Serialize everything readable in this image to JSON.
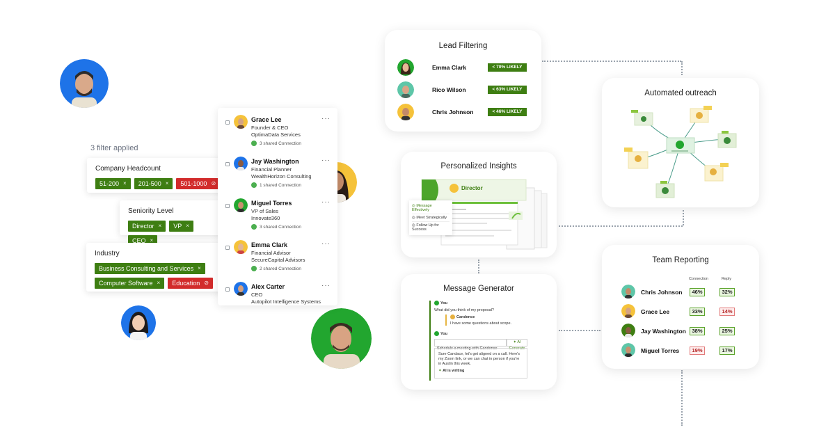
{
  "filters": {
    "applied_label": "3 filter applied",
    "groups": [
      {
        "title": "Company Headcount",
        "chips": [
          {
            "label": "51-200",
            "kind": "include"
          },
          {
            "label": "201-500",
            "kind": "include"
          },
          {
            "label": "501-1000",
            "kind": "exclude"
          }
        ]
      },
      {
        "title": "Seniority Level",
        "chips": [
          {
            "label": "Director",
            "kind": "include"
          },
          {
            "label": "VP",
            "kind": "include"
          },
          {
            "label": "CEO",
            "kind": "include"
          }
        ]
      },
      {
        "title": "Industry",
        "chips": [
          {
            "label": "Business Consulting and Services",
            "kind": "include"
          },
          {
            "label": "Computer Software",
            "kind": "include"
          },
          {
            "label": "Education",
            "kind": "exclude"
          }
        ]
      }
    ],
    "remove_icon": "×",
    "exclude_icon": "⊘"
  },
  "contacts": [
    {
      "name": "Grace Lee",
      "title": "Founder & CEO",
      "company": "OptimaData Services",
      "shared": "3 shared Connection"
    },
    {
      "name": "Jay Washington",
      "title": "Financial Planner",
      "company": "WealthHorizon Consulting",
      "shared": "1 shared Connection"
    },
    {
      "name": "Miguel Torres",
      "title": "VP of Sales",
      "company": "Innovate360",
      "shared": "3 shared Connection"
    },
    {
      "name": "Emma Clark",
      "title": "Financial Advisor",
      "company": "SecureCapital Advisors",
      "shared": "2 shared Connection"
    },
    {
      "name": "Alex Carter",
      "title": "CEO",
      "company": "Autopilot Intelligence Systems",
      "shared": ""
    }
  ],
  "more_icon": "···",
  "lead_filtering": {
    "title": "Lead Filtering",
    "rows": [
      {
        "name": "Emma Clark",
        "badge": "< 70% LIKELY"
      },
      {
        "name": "Rico Wilson",
        "badge": "< 63% LIKELY"
      },
      {
        "name": "Chris Johnson",
        "badge": "< 46% LIKELY"
      }
    ]
  },
  "automated_outreach": {
    "title": "Automated outreach"
  },
  "personalized_insights": {
    "title": "Personalized Insights",
    "director_label": "Director",
    "menu": [
      "Message Effectively",
      "Meet Strategically",
      "Follow Up for Success"
    ]
  },
  "message_generator": {
    "title": "Message Generator",
    "you_label": "You",
    "question": "What did you think of my proposal?",
    "reply_name": "Candence",
    "reply_text": "I have some questions about scope.",
    "input_value": "Schedule a meeting with Candence",
    "generate_label": "AI Generate",
    "draft_text": "Sure Candace, let's get aligned on a call. Here's my Zoom link, or we can chat in person if you're in Austin this week.",
    "writing_label": "AI is writing"
  },
  "team_reporting": {
    "title": "Team Reporting",
    "col_connection": "Connection",
    "col_reply": "Reply",
    "rows": [
      {
        "name": "Chris Johnson",
        "connection": "46%",
        "reply": "32%",
        "conn_bad": false,
        "reply_bad": false
      },
      {
        "name": "Grace Lee",
        "connection": "33%",
        "reply": "14%",
        "conn_bad": false,
        "reply_bad": true
      },
      {
        "name": "Jay Washington",
        "connection": "38%",
        "reply": "25%",
        "conn_bad": false,
        "reply_bad": false
      },
      {
        "name": "Miguel Torres",
        "connection": "19%",
        "reply": "17%",
        "conn_bad": true,
        "reply_bad": false
      }
    ]
  },
  "colors": {
    "accent_green": "#3e7e12",
    "exclude_red": "#d22b2b",
    "avatar_blue": "#1e73e8",
    "avatar_yellow": "#f5c23a",
    "avatar_green": "#22a62f"
  }
}
